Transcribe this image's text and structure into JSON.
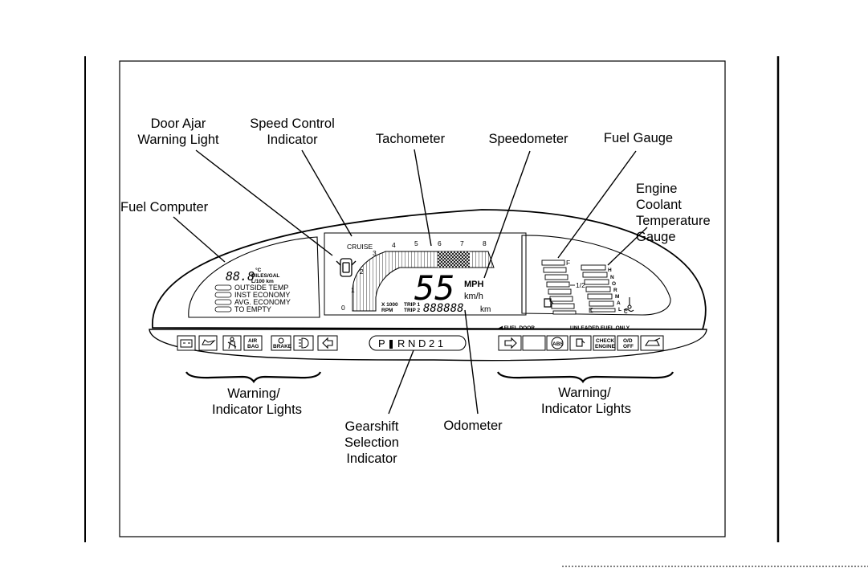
{
  "callouts": {
    "door_ajar_1": "Door Ajar",
    "door_ajar_2": "Warning Light",
    "speed_control_1": "Speed Control",
    "speed_control_2": "Indicator",
    "tachometer": "Tachometer",
    "speedometer": "Speedometer",
    "fuel_gauge": "Fuel Gauge",
    "fuel_computer": "Fuel Computer",
    "coolant_1": "Engine",
    "coolant_2": "Coolant",
    "coolant_3": "Temperature",
    "coolant_4": "Gauge",
    "warning_left_1": "Warning/",
    "warning_left_2": "Indicator Lights",
    "warning_right_1": "Warning/",
    "warning_right_2": "Indicator Lights",
    "gearshift_1": "Gearshift",
    "gearshift_2": "Selection",
    "gearshift_3": "Indicator",
    "odometer": "Odometer"
  },
  "fuel_computer_display": {
    "digits": "88.8",
    "unit_1": "°C",
    "unit_2": "MILES/GAL",
    "unit_3": "L/100 km",
    "modes": [
      "OUTSIDE TEMP",
      "INST ECONOMY",
      "AVG. ECONOMY",
      "TO EMPTY"
    ]
  },
  "tachometer_display": {
    "label": "CRUISE",
    "ticks": [
      "0",
      "1",
      "2",
      "3",
      "4",
      "5",
      "6",
      "7",
      "8"
    ],
    "rpm_label_1": "X 1000",
    "rpm_label_2": "RPM"
  },
  "speedometer_display": {
    "speed": "55",
    "unit_mph": "MPH",
    "unit_kmh": "km/h",
    "trip_1": "TRIP 1",
    "trip_2": "TRIP 2",
    "odometer_digits": "888888",
    "odometer_unit": "km"
  },
  "fuel_gauge_display": {
    "full": "F",
    "half": "1/2",
    "empty": "E"
  },
  "coolant_gauge_display": {
    "hot": "H",
    "normal_letters": [
      "N",
      "O",
      "R",
      "M",
      "A",
      "L"
    ],
    "cold": "C"
  },
  "gear_selector": {
    "p": "P",
    "rest": "R N D 2 1"
  },
  "lamp_labels": {
    "airbag_1": "AIR",
    "airbag_2": "BAG",
    "brake": "BRAKE",
    "abs": "ABS",
    "check_1": "CHECK",
    "check_2": "ENGINE",
    "od_1": "O/D",
    "od_2": "OFF"
  },
  "fuel_door_label": "◀ FUEL DOOR",
  "unleaded_label": "UNLEADED FUEL ONLY"
}
